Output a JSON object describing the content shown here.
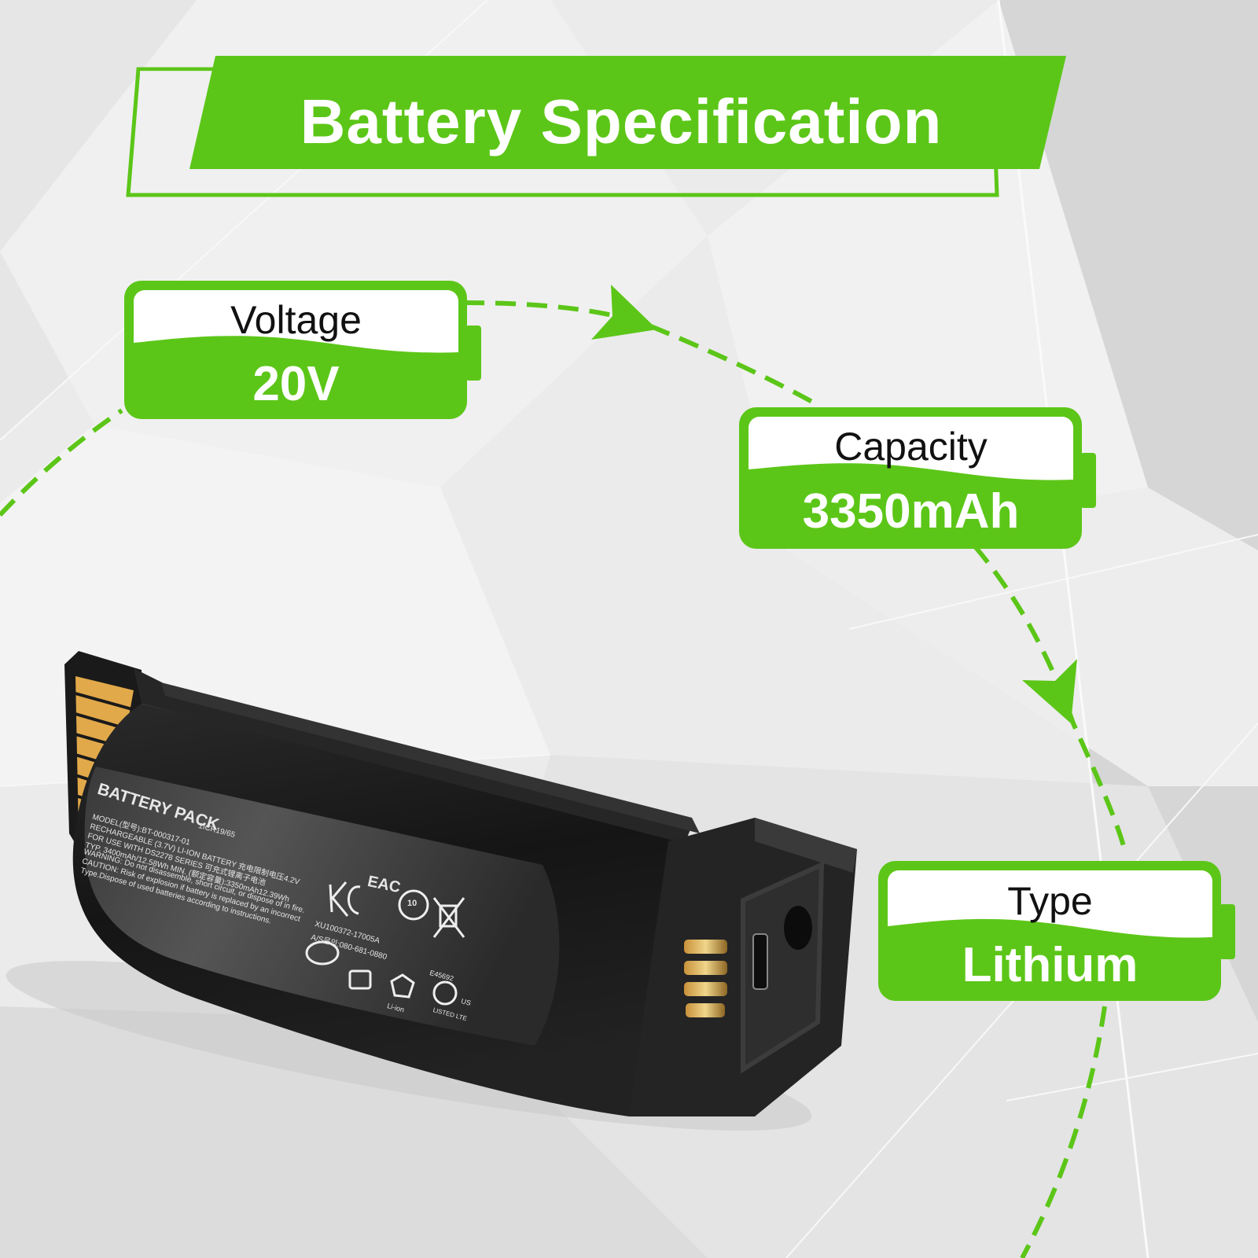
{
  "header": {
    "title": "Battery Specification"
  },
  "colors": {
    "accent": "#5cc618",
    "background": "#ececec",
    "battery_body": "#1e1e1e",
    "contacts": "#e2a94a"
  },
  "specs": [
    {
      "label": "Voltage",
      "value": "20V"
    },
    {
      "label": "Capacity",
      "value": "3350mAh"
    },
    {
      "label": "Type",
      "value": "Lithium"
    }
  ],
  "battery_label": {
    "heading": "BATTERY PACK",
    "lines": [
      "MODEL(型号):BT-000317-01",
      "RECHARGEABLE (3.7V) LI-ION BATTERY 充电限制电压4.2V",
      "FOR USE WITH DS2278 SERIES 可充式锂离子电池",
      "TYP. 3400mAh/12.58Wh  MIN. (额定容量):3350mAh12.39Wh",
      "WARNING: Do not disassemble, short circuit, or dispose of in fire.",
      "CAUTION: Risk of explosion if battery is replaced by an incorrect",
      "Type.Dispose of used batteries according to instructions."
    ],
    "cell_code": "1ICR19/65",
    "cert_code": "XU100372-17005A",
    "service_phone": "A/S문의:080-681-0880",
    "ul_code": "E45692",
    "ul_text": "LISTED LTE",
    "ul_region": "US",
    "recycle_text": "Li-ion",
    "marks": [
      "KC",
      "EAC",
      "10"
    ]
  }
}
